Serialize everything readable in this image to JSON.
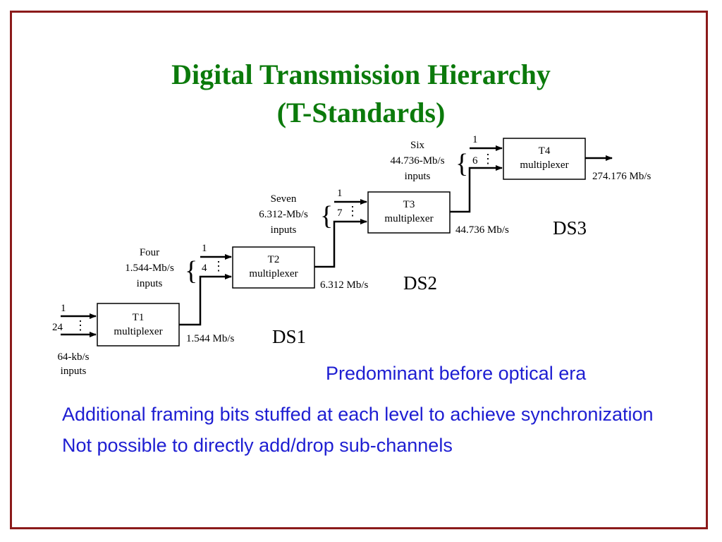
{
  "title": {
    "line1": "Digital Transmission Hierarchy",
    "line2": "(T-Standards)"
  },
  "diagram": {
    "blocks": [
      {
        "name": "T1",
        "line1": "T1",
        "line2": "multiplexer"
      },
      {
        "name": "T2",
        "line1": "T2",
        "line2": "multiplexer"
      },
      {
        "name": "T3",
        "line1": "T3",
        "line2": "multiplexer"
      },
      {
        "name": "T4",
        "line1": "T4",
        "line2": "multiplexer"
      }
    ],
    "t1_inputs": {
      "first": "1",
      "last": "24",
      "desc_line1": "64-kb/s",
      "desc_line2": "inputs"
    },
    "t2_inputs": {
      "first": "1",
      "last": "4",
      "desc_line1": "Four",
      "desc_line2": "1.544-Mb/s",
      "desc_line3": "inputs"
    },
    "t3_inputs": {
      "first": "1",
      "last": "7",
      "desc_line1": "Seven",
      "desc_line2": "6.312-Mb/s",
      "desc_line3": "inputs"
    },
    "t4_inputs": {
      "first": "1",
      "last": "6",
      "desc_line1": "Six",
      "desc_line2": "44.736-Mb/s",
      "desc_line3": "inputs"
    },
    "rates": {
      "t1_out": "1.544 Mb/s",
      "t2_out": "6.312 Mb/s",
      "t3_out": "44.736 Mb/s",
      "t4_out": "274.176 Mb/s"
    },
    "levels": {
      "ds1": "DS1",
      "ds2": "DS2",
      "ds3": "DS3"
    },
    "brace": "{",
    "vdots": "⋮"
  },
  "note": "Predominant before optical era",
  "bullets": [
    "Additional framing bits stuffed at each level to achieve synchronization",
    "Not possible to directly add/drop sub-channels"
  ]
}
